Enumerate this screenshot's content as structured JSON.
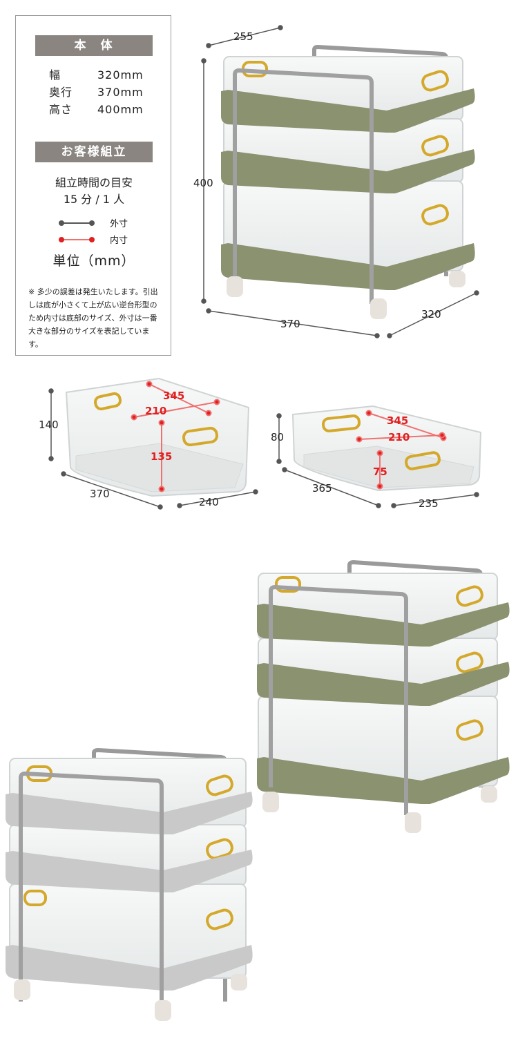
{
  "spec": {
    "body_header": "本　体",
    "rows": [
      {
        "label": "幅",
        "value": "320mm"
      },
      {
        "label": "奥行",
        "value": "370mm"
      },
      {
        "label": "高さ",
        "value": "400mm"
      }
    ],
    "assembly_header": "お客様組立",
    "assembly_line1": "組立時間の目安",
    "assembly_line2": "15 分 / 1 人",
    "legend_outer": "外寸",
    "legend_inner": "内寸",
    "unit": "単位（mm）",
    "note": "※ 多少の誤差は発生いたします。引出しは底が小さくて上が広い逆台形型のため内寸は底部のサイズ、外寸は一番大きな部分のサイズを表記しています。"
  },
  "cart_dims": {
    "top": "255",
    "height": "400",
    "depth": "370",
    "width": "320"
  },
  "large_drawer": {
    "height": "140",
    "depth": "370",
    "width": "240",
    "inner_top": "345",
    "inner_width": "210",
    "inner_height": "135"
  },
  "small_drawer": {
    "height": "80",
    "depth": "365",
    "width": "235",
    "inner_top": "345",
    "inner_width": "210",
    "inner_height": "75"
  },
  "colors": {
    "header": "#8a8580",
    "green": "#8a9270",
    "gray": "#c9c9c9",
    "red": "#e02020",
    "outer_line": "#555555",
    "gold": "#d4a82a"
  }
}
